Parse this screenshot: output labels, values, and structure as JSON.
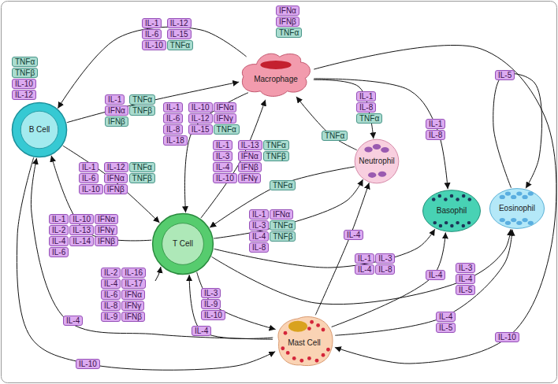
{
  "diagram": {
    "nodes": [
      {
        "text": [
          "Macrophage"
        ]
      },
      {
        "text": [
          "B Cell"
        ]
      },
      {
        "text": [
          "T Cell"
        ]
      },
      {
        "text": [
          "Neutrophil"
        ]
      },
      {
        "text": [
          "Basophil"
        ]
      },
      {
        "text": [
          "Eosinophil"
        ]
      },
      {
        "text": [
          "Mast Cell"
        ]
      },
      {
        "text": [
          "IL-1"
        ]
      },
      {
        "text": [
          "IL-12"
        ]
      },
      {
        "text": [
          "IL-6"
        ]
      },
      {
        "text": [
          "IL-15"
        ]
      },
      {
        "text": [
          "IL-10"
        ]
      },
      {
        "text": [
          "TNFα"
        ]
      },
      {
        "text": [
          "IFNα"
        ]
      },
      {
        "text": [
          "IFNβ"
        ]
      },
      {
        "text": [
          "TNFα"
        ]
      },
      {
        "text": [
          "TNFα"
        ]
      },
      {
        "text": [
          "TNFβ"
        ]
      },
      {
        "text": [
          "IL-10"
        ]
      },
      {
        "text": [
          "IL-12"
        ]
      },
      {
        "text": [
          "IL-1"
        ]
      },
      {
        "text": [
          "TNFα"
        ]
      },
      {
        "text": [
          "IFNα"
        ]
      },
      {
        "text": [
          "TNFβ"
        ]
      },
      {
        "text": [
          "IFNβ"
        ]
      },
      {
        "text": [
          "IL-1"
        ]
      },
      {
        "text": [
          "IL-10"
        ]
      },
      {
        "text": [
          "IFNα"
        ]
      },
      {
        "text": [
          "IL-6"
        ]
      },
      {
        "text": [
          "IL-12"
        ]
      },
      {
        "text": [
          "IFNγ"
        ]
      },
      {
        "text": [
          "IL-8"
        ]
      },
      {
        "text": [
          "IL-15"
        ]
      },
      {
        "text": [
          "TNFα"
        ]
      },
      {
        "text": [
          "IL-18"
        ]
      },
      {
        "text": [
          "IL-1"
        ]
      },
      {
        "text": [
          "IL-13"
        ]
      },
      {
        "text": [
          "TNFα"
        ]
      },
      {
        "text": [
          "IL-3"
        ]
      },
      {
        "text": [
          "IFNα"
        ]
      },
      {
        "text": [
          "TNFβ"
        ]
      },
      {
        "text": [
          "IL-4"
        ]
      },
      {
        "text": [
          "IFNβ"
        ]
      },
      {
        "text": [
          "IL-10"
        ]
      },
      {
        "text": [
          "IFNγ"
        ]
      },
      {
        "text": [
          "IL-1"
        ]
      },
      {
        "text": [
          "IL-12"
        ]
      },
      {
        "text": [
          "TNFα"
        ]
      },
      {
        "text": [
          "IL-6"
        ]
      },
      {
        "text": [
          "IFNα"
        ]
      },
      {
        "text": [
          "TNFβ"
        ]
      },
      {
        "text": [
          "IL-10"
        ]
      },
      {
        "text": [
          "IFNβ"
        ]
      },
      {
        "text": [
          "TNFα"
        ]
      },
      {
        "text": [
          "TNFα"
        ]
      },
      {
        "text": [
          "IL-1"
        ]
      },
      {
        "text": [
          "IL-10"
        ]
      },
      {
        "text": [
          "IFNα"
        ]
      },
      {
        "text": [
          "IL-2"
        ]
      },
      {
        "text": [
          "IL-13"
        ]
      },
      {
        "text": [
          "IFNγ"
        ]
      },
      {
        "text": [
          "IL-4"
        ]
      },
      {
        "text": [
          "IL-14"
        ]
      },
      {
        "text": [
          "IFNβ"
        ]
      },
      {
        "text": [
          "IL-6"
        ]
      },
      {
        "text": [
          "IL-1"
        ]
      },
      {
        "text": [
          "IFNα"
        ]
      },
      {
        "text": [
          "IL-3"
        ]
      },
      {
        "text": [
          "TNFα"
        ]
      },
      {
        "text": [
          "IL-4"
        ]
      },
      {
        "text": [
          "TNFβ"
        ]
      },
      {
        "text": [
          "IL-8"
        ]
      },
      {
        "text": [
          "IL-2"
        ]
      },
      {
        "text": [
          "IL-16"
        ]
      },
      {
        "text": [
          "IL-4"
        ]
      },
      {
        "text": [
          "IL-17"
        ]
      },
      {
        "text": [
          "IL-6"
        ]
      },
      {
        "text": [
          "IFNα"
        ]
      },
      {
        "text": [
          "IL-8"
        ]
      },
      {
        "text": [
          "IFNγ"
        ]
      },
      {
        "text": [
          "IL-9"
        ]
      },
      {
        "text": [
          "IFNβ"
        ]
      },
      {
        "text": [
          "IL-1"
        ]
      },
      {
        "text": [
          "IL-8"
        ]
      },
      {
        "text": [
          "TNFα"
        ]
      },
      {
        "text": [
          "IL-1"
        ]
      },
      {
        "text": [
          "IL-8"
        ]
      },
      {
        "text": [
          "IL-5"
        ]
      },
      {
        "text": [
          "IL-4"
        ]
      },
      {
        "text": [
          "IL-1"
        ]
      },
      {
        "text": [
          "IL-3"
        ]
      },
      {
        "text": [
          "IL-4"
        ]
      },
      {
        "text": [
          "IL-8"
        ]
      },
      {
        "text": [
          "IL-4"
        ]
      },
      {
        "text": [
          "IL-3"
        ]
      },
      {
        "text": [
          "IL-4"
        ]
      },
      {
        "text": [
          "IL-5"
        ]
      },
      {
        "text": [
          "IL-3"
        ]
      },
      {
        "text": [
          "IL-9"
        ]
      },
      {
        "text": [
          "IL-10"
        ]
      },
      {
        "text": [
          "IL-4"
        ]
      },
      {
        "text": [
          "IL-4"
        ]
      },
      {
        "text": [
          "IL-4"
        ]
      },
      {
        "text": [
          "IL-5"
        ]
      },
      {
        "text": [
          "IL-10"
        ]
      },
      {
        "text": [
          "IL-10"
        ]
      }
    ],
    "edges": [
      {
        "from": 0,
        "to": 1,
        "arrow": "to"
      },
      {
        "from": 1,
        "to": 0,
        "arrow": "to"
      },
      {
        "from": 0,
        "to": 2,
        "arrow": "to"
      },
      {
        "from": 2,
        "to": 0,
        "arrow": "to"
      },
      {
        "from": 1,
        "to": 2,
        "arrow": "to"
      },
      {
        "from": 2,
        "to": 1,
        "arrow": "to"
      },
      {
        "from": 3,
        "to": 0,
        "arrow": "to"
      },
      {
        "from": 0,
        "to": 3,
        "arrow": "to"
      },
      {
        "from": 3,
        "to": 2,
        "arrow": "to"
      },
      {
        "from": 2,
        "to": 3,
        "arrow": "to"
      },
      {
        "from": 0,
        "to": 4,
        "arrow": "to"
      },
      {
        "from": 5,
        "to": 5,
        "arrow": "to"
      },
      {
        "from": 0,
        "to": 6,
        "arrow": "to"
      },
      {
        "from": 2,
        "to": 4,
        "arrow": "to"
      },
      {
        "from": 2,
        "to": 5,
        "arrow": "to"
      },
      {
        "from": 2,
        "to": 6,
        "arrow": "to"
      },
      {
        "from": 6,
        "to": 2,
        "arrow": "to"
      },
      {
        "from": 6,
        "to": 1,
        "arrow": "to"
      },
      {
        "from": 1,
        "to": 6,
        "arrow": "to"
      },
      {
        "from": 6,
        "to": 3,
        "arrow": "to"
      },
      {
        "from": 6,
        "to": 4,
        "arrow": "to"
      },
      {
        "from": 6,
        "to": 5,
        "arrow": "to"
      }
    ]
  }
}
